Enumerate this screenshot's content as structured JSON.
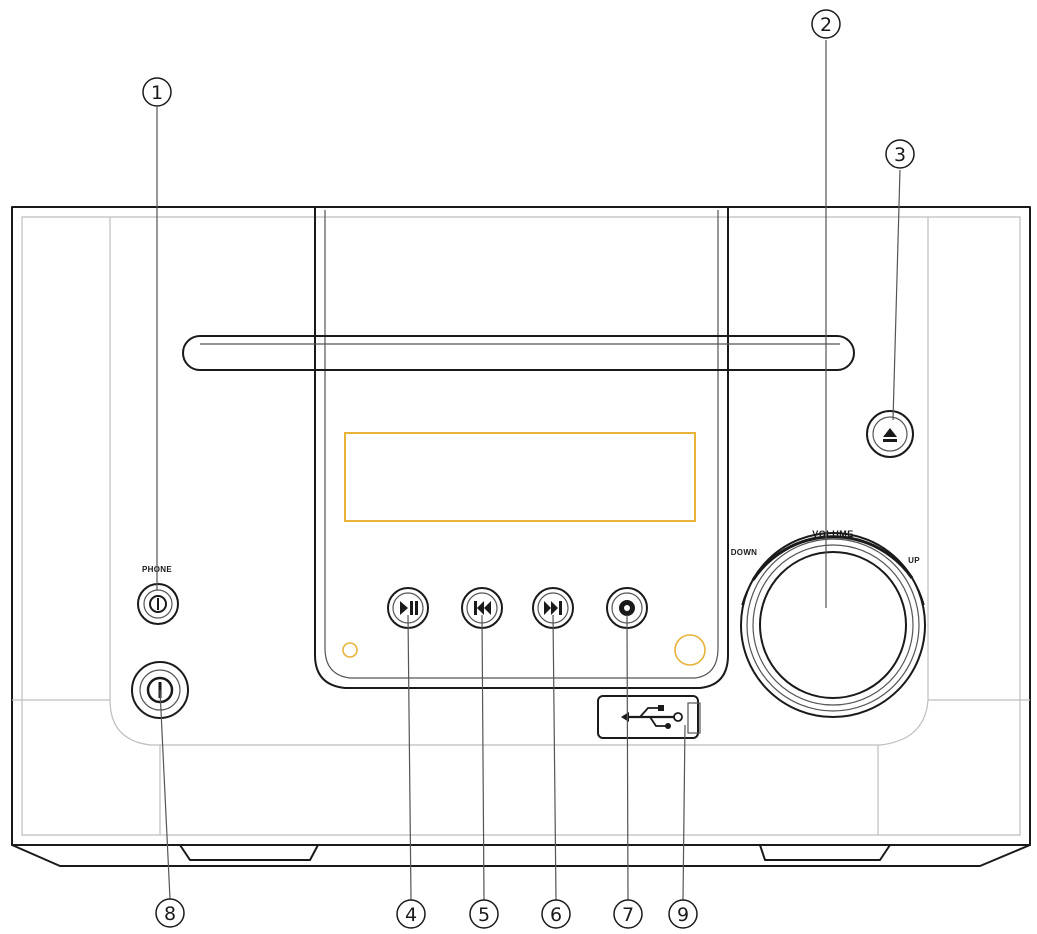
{
  "labels": {
    "phone": "PHONE",
    "volume": "VOLUME",
    "down": "DOWN",
    "up": "UP"
  },
  "callouts": {
    "c1": "1",
    "c2": "2",
    "c3": "3",
    "c4": "4",
    "c5": "5",
    "c6": "6",
    "c7": "7",
    "c8": "8",
    "c9": "9"
  },
  "colors": {
    "line": "#1a1a1a",
    "display_outline": "#e8b23a",
    "faint": "#bdbdbd"
  },
  "icons": {
    "eject": "eject-icon",
    "play_pause": "play-pause-icon",
    "previous": "skip-previous-icon",
    "next": "skip-next-icon",
    "usb": "usb-icon",
    "power": "power-icon",
    "headphone": "headphone-jack-icon"
  }
}
